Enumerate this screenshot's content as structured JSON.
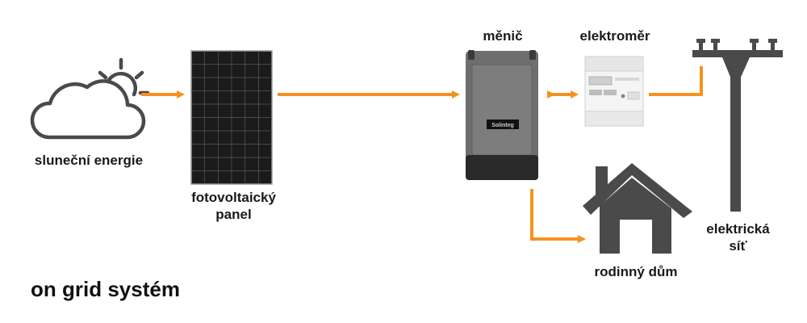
{
  "diagram": {
    "title": "on grid systém",
    "accent_color": "#f5921e",
    "icon_color": "#4a4a4a",
    "nodes": {
      "sun": {
        "label": "sluneční energie",
        "icon": "sun-behind-cloud-icon"
      },
      "panel": {
        "label": "fotovoltaický panel",
        "icon": "solar-panel-icon"
      },
      "inverter": {
        "label": "měnič",
        "icon": "inverter-icon",
        "device_text": "Solinteg"
      },
      "meter": {
        "label": "elektroměr",
        "icon": "electricity-meter-icon"
      },
      "house": {
        "label": "rodinný dům",
        "icon": "house-icon"
      },
      "grid": {
        "label": "elektrická síť",
        "icon": "power-pole-icon"
      }
    },
    "connections": [
      {
        "from": "sun",
        "to": "panel",
        "arrow": "end"
      },
      {
        "from": "panel",
        "to": "inverter",
        "arrow": "end"
      },
      {
        "from": "inverter",
        "to": "meter",
        "arrow": "both"
      },
      {
        "from": "meter",
        "to": "grid",
        "arrow": "none"
      },
      {
        "from": "inverter",
        "to": "house",
        "arrow": "end"
      }
    ]
  }
}
